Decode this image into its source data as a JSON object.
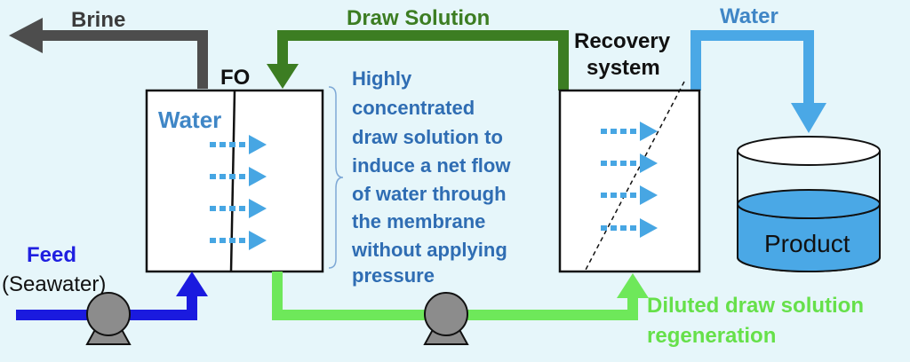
{
  "labels": {
    "brine": "Brine",
    "draw_solution": "Draw Solution",
    "recovery_line1": "Recovery",
    "recovery_line2": "system",
    "water_out": "Water",
    "fo": "FO",
    "water_in": "Water",
    "feed": "Feed",
    "seawater": "(Seawater)",
    "product": "Product",
    "diluted_line1": "Diluted draw solution",
    "diluted_line2": "regeneration"
  },
  "description_lines": [
    "Highly",
    "concentrated",
    "draw solution to",
    "induce a net flow",
    "of water through",
    "the membrane",
    "without applying",
    "pressure"
  ],
  "colors": {
    "brine_line": "#4d4d4d",
    "draw_line": "#3c7d22",
    "water_line": "#4aa8e6",
    "feed_line": "#1a1adf",
    "diluted_line": "#6ee85a",
    "flow_arrows": "#47a6e3",
    "tank_liquid": "#4aa8e6",
    "background": "#e6f6fa"
  },
  "icons": [
    "pump-icon",
    "tank-icon",
    "membrane-line"
  ]
}
